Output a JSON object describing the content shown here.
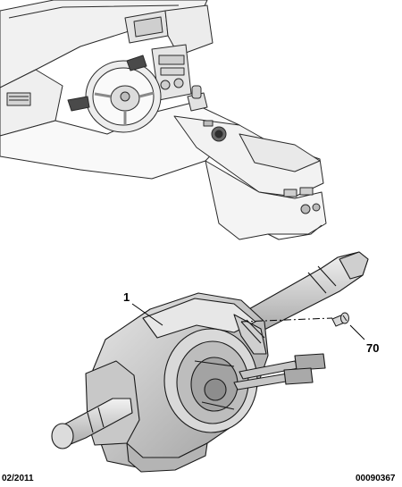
{
  "callouts": {
    "switch_unit": "1",
    "screw": "70"
  },
  "footer": {
    "date": "02/2011",
    "reference": "00090367"
  },
  "colors": {
    "line": "#1a1a1a",
    "fill_light": "#f4f4f4",
    "fill_mid": "#d6d6d6",
    "fill_dark": "#9a9a9a"
  },
  "icons": {
    "dashboard": "vehicle-dashboard-illustration",
    "switch": "steering-column-switch-illustration",
    "screw": "screw-icon"
  }
}
